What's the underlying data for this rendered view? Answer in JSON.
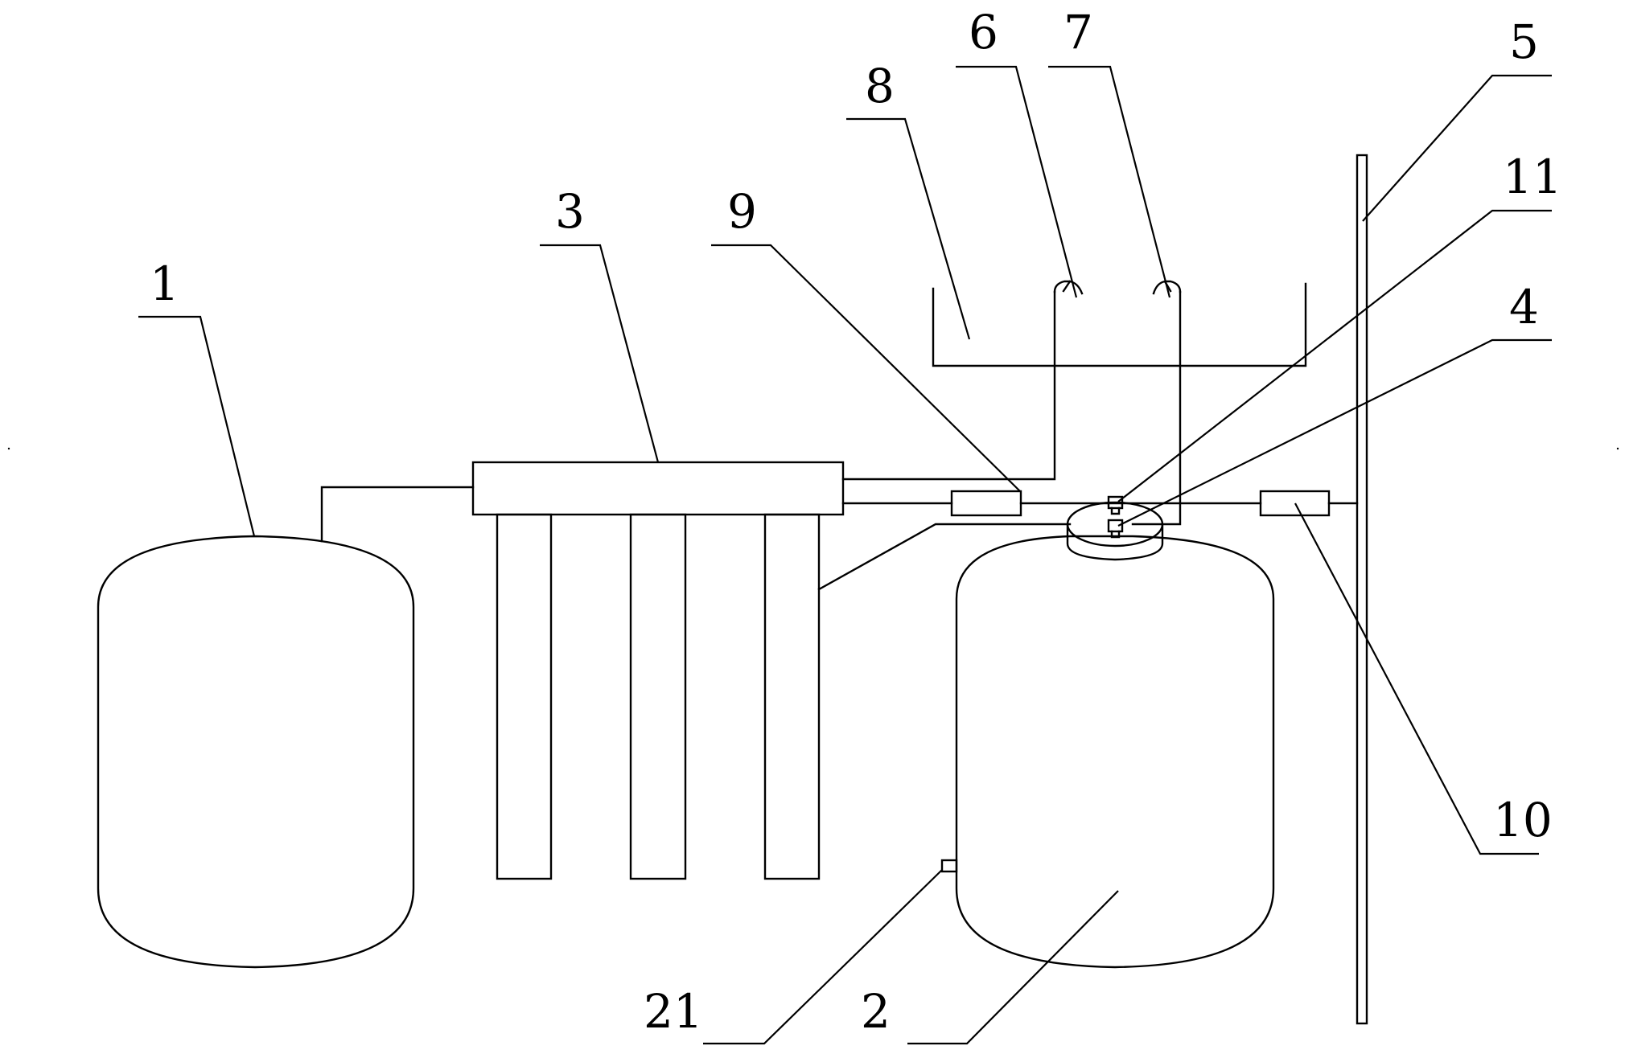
{
  "labels": {
    "l1": "1",
    "l2": "2",
    "l3": "3",
    "l4": "4",
    "l5": "5",
    "l6": "6",
    "l7": "7",
    "l8": "8",
    "l9": "9",
    "l10": "10",
    "l11": "11",
    "l21": "21"
  }
}
